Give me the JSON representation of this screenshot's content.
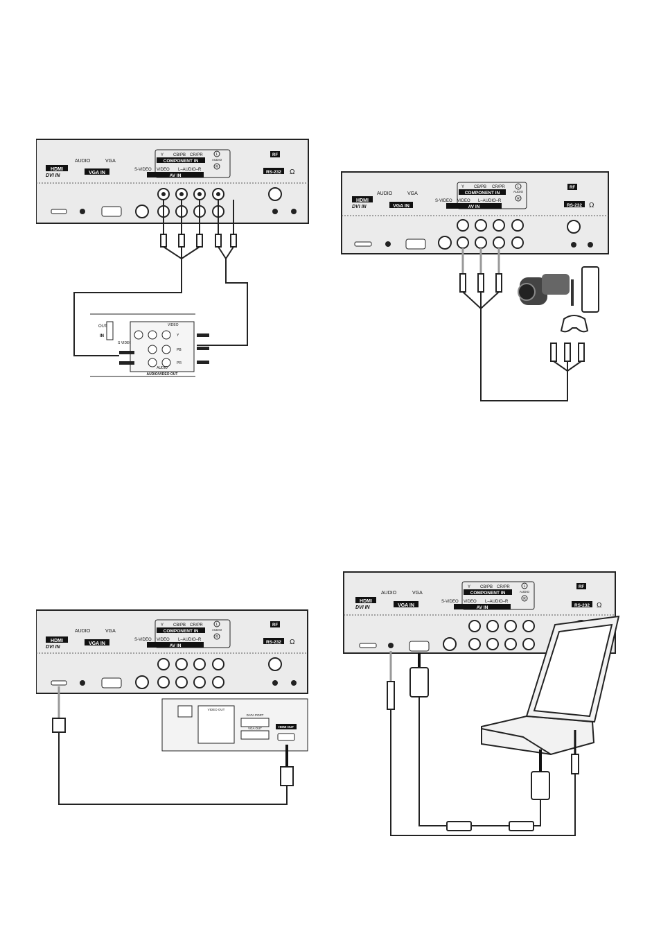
{
  "tv_panel": {
    "hdmi": "HDMI",
    "dvi_in": "DVI IN",
    "audio": "AUDIO",
    "vga": "VGA",
    "vga_in": "VGA IN",
    "y": "Y",
    "cb_pb": "CB/PB",
    "cr_pr": "CR/PR",
    "component_in": "COMPONENT IN",
    "audio_small": "AUDIO",
    "l_circle": "L",
    "r_circle": "R",
    "s_video": "S-VIDEO",
    "video": "VIDEO",
    "l_audio_r": "L–AUDIO–R",
    "av_in": "AV IN",
    "rf": "RF",
    "rs232": "RS-232"
  },
  "dvd_panel": {
    "out": "OUT",
    "in": "IN",
    "s_video": "S VIDEO",
    "video": "VIDEO",
    "audio_video_out": "AUDIO/VIDEO OUT",
    "audio": "AUDIO",
    "y": "Y",
    "pb": "PB",
    "pr": "PR"
  },
  "player_panel": {
    "hdmi_out": "HDMI OUT",
    "video_out": "VIDEO OUT",
    "vga_out": "VGA OUT",
    "data_port": "DATA PORT"
  },
  "colors": {
    "panel_fill": "#ebebeb",
    "stroke": "#222222",
    "cable": "#333333",
    "label_block": "#111111"
  }
}
